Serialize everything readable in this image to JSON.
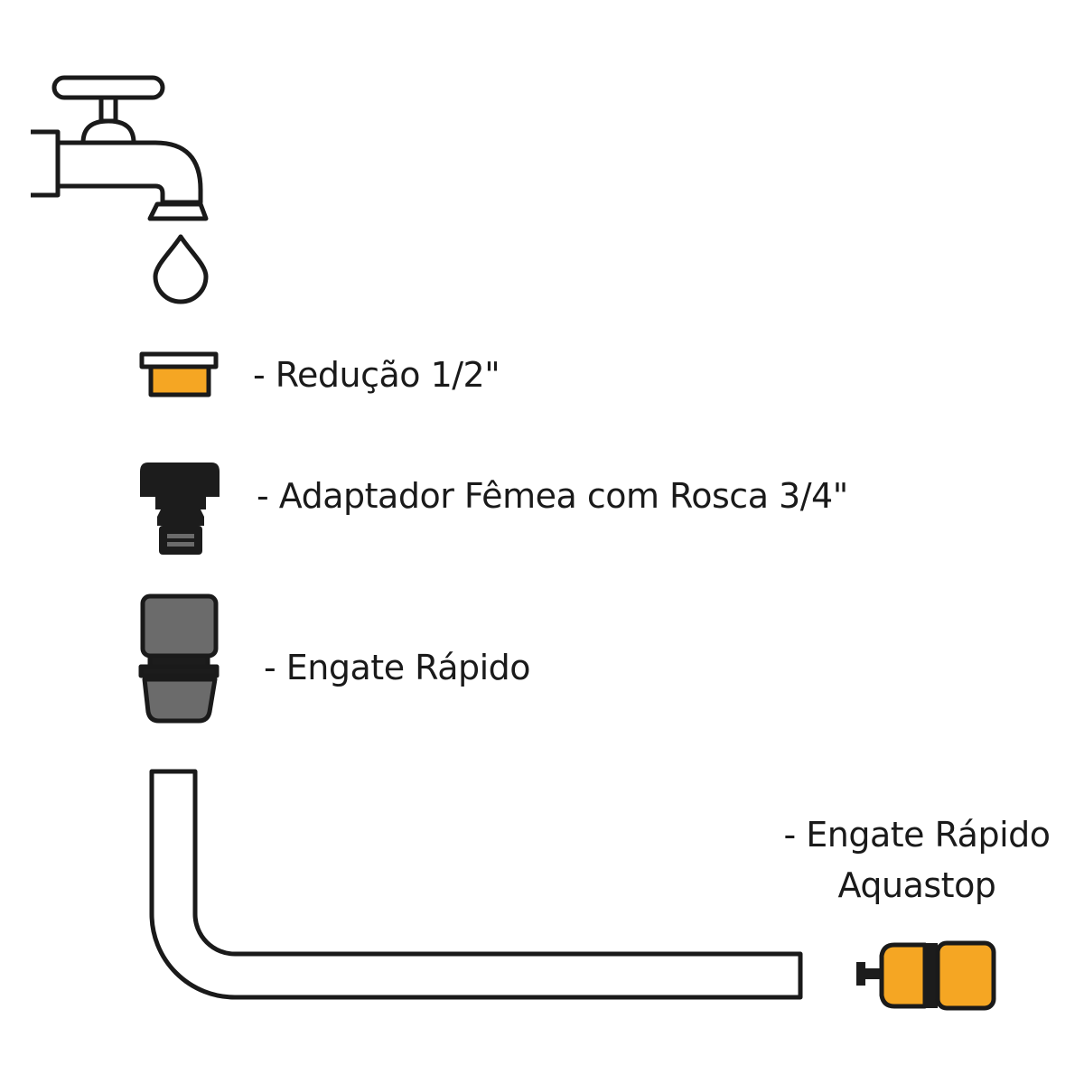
{
  "colors": {
    "outline": "#1a1a1a",
    "accent_orange": "#f5a623",
    "dark_black": "#1c1c1c",
    "gray": "#6b6b6b"
  },
  "icons": [
    "faucet-icon",
    "water-drop-icon",
    "reducer-icon",
    "female-adapter-icon",
    "quick-connector-icon",
    "hose-icon",
    "aquastop-connector-icon"
  ],
  "labels": {
    "reducao": "- Redução 1/2\"",
    "adaptador": "- Adaptador Fêmea com Rosca 3/4\"",
    "engate": "- Engate Rápido",
    "aquastop_line1": "- Engate Rápido",
    "aquastop_line2": "Aquastop"
  }
}
